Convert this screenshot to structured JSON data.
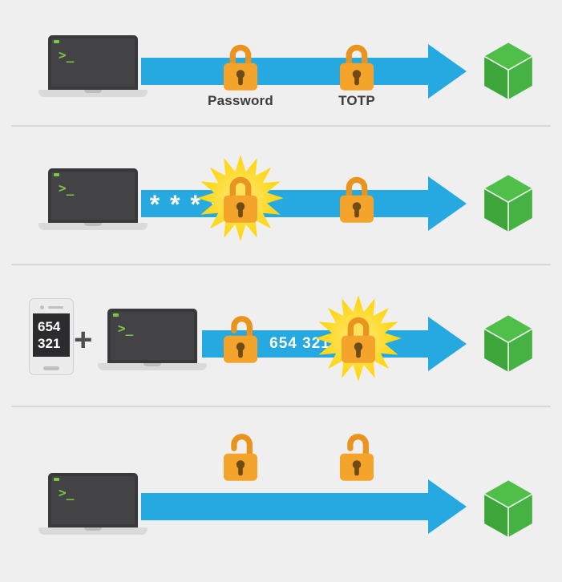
{
  "colors": {
    "background": "#efefef",
    "arrow_blue": "#25a9e0",
    "lock_orange": "#f4a42a",
    "burst_yellow": "#ffd400",
    "cube_green": "#46b243",
    "terminal_green": "#7ac943"
  },
  "terminal": {
    "prompt": ">_"
  },
  "phone": {
    "code_line1": "654",
    "code_line2": "321"
  },
  "row1": {
    "lock1_label": "Password",
    "lock2_label": "TOTP"
  },
  "row2": {
    "password_masked": "* * * *"
  },
  "row3": {
    "plus": "+",
    "otp_on_wire": "654 321"
  }
}
